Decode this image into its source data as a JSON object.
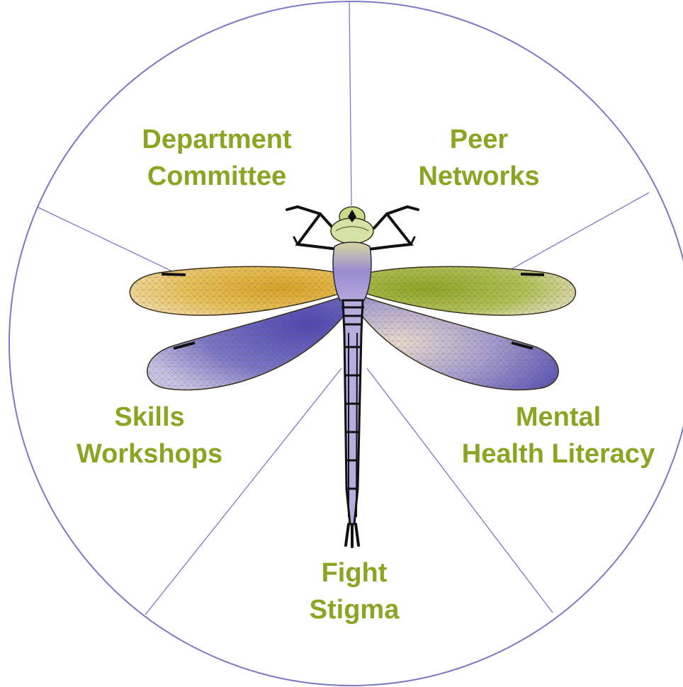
{
  "colors": {
    "background": "#ffffff",
    "circle_outline": "#7b78c4",
    "divider": "#7b78c4",
    "label_text": "#8aa521",
    "wing_yellow": "#e8b83a",
    "wing_green": "#9aae2e",
    "wing_blue": "#5b55b8",
    "body_purple": "#a89ad0",
    "body_dark": "#1a1a1a",
    "head_green": "#c9dc8e"
  },
  "diagram": {
    "type": "segmented-circle",
    "center_graphic": "dragonfly-illustration",
    "segments": [
      {
        "id": "department-committee",
        "lines": [
          "Department",
          "Committee"
        ]
      },
      {
        "id": "peer-networks",
        "lines": [
          "Peer",
          "Networks"
        ]
      },
      {
        "id": "mental-health-literacy",
        "lines": [
          "Mental",
          "Health Literacy"
        ]
      },
      {
        "id": "fight-stigma",
        "lines": [
          "Fight",
          "Stigma"
        ]
      },
      {
        "id": "skills-workshops",
        "lines": [
          "Skills",
          "Workshops"
        ]
      }
    ]
  }
}
